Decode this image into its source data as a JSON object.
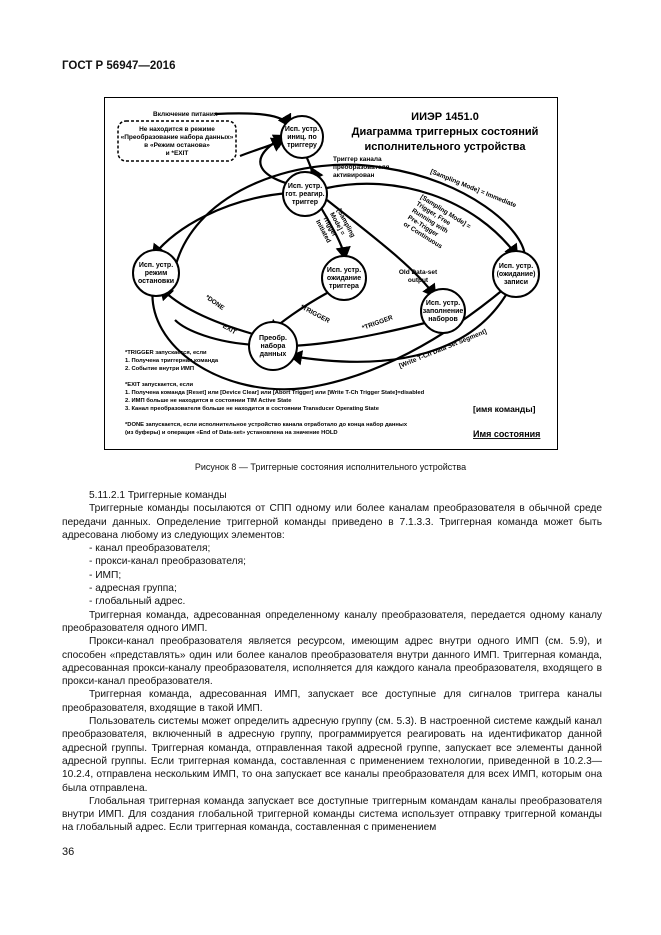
{
  "header": {
    "standard": "ГОСТ Р 56947—2016"
  },
  "figure": {
    "title_lines": [
      "ИИЭР 1451.0",
      "Диаграмма триггерных состояний",
      "исполнительного устройства"
    ],
    "states": {
      "init": [
        "Исп. устр.",
        "иниц. по",
        "триггеру"
      ],
      "ready": [
        "Исп. устр.",
        "гот. реагир.",
        "триггер"
      ],
      "waiting": [
        "Исп. устр.",
        "ожидание",
        "триггера"
      ],
      "rest": [
        "Исп. устр.",
        "режим",
        "остановки"
      ],
      "storage": [
        "Исп. устр.",
        "(ожидание)",
        "записи"
      ],
      "buffer": [
        "Исп. устр.",
        "заполнение",
        "наборов"
      ],
      "transform": [
        "Преобр.",
        "набора",
        "данных"
      ]
    },
    "labels": {
      "power_on": "Включение питания",
      "not_in_mode": [
        "Не находится в режиме",
        "«Преобразование набора данных»",
        "в «Режим останова»",
        "и *EXIT"
      ],
      "trigger_channel": [
        "Триггер канала",
        "преобразователя",
        "активирован"
      ],
      "sampling_immediate": "[Sampling Mode] = Immediate",
      "sampling_trigger": [
        "[Sampling Mode] =",
        "Trigger, Free",
        "Running with",
        "Pre-Trigger",
        "or Continuous"
      ],
      "sampling_mode_small": [
        "[Sampling",
        "Mode] =",
        "Trigger",
        "Initiated"
      ],
      "old_dataset": [
        "Old Data-set",
        "output"
      ],
      "done": "*DONE",
      "exit": "*EXIT",
      "trigger1": "*TRIGGER",
      "trigger2": "*TRIGGER",
      "write_tch": "[Write T-Ch Data Set Segment]"
    },
    "notes": {
      "trigger": [
        "*TRIGGER запускается, если",
        "1. Получена триггерная команда",
        "2. Событие внутри ИМП"
      ],
      "exit": [
        "*EXIT запускается, если",
        "1. Получена команда [Reset] или [Device Clear] или [Abort Trigger] или [Write T-Ch Trigger State]=disabled",
        "2. ИМП больше не находится в состоянии  TIM Active State",
        "3. Канал преобразователя больше не находится в состоянии Transducer Operating State"
      ],
      "done": [
        "*DONE запускается, если исполнительное устройство канала отработало до конца набор данных",
        "(из буферы) и операция «End of Data-set» установлена на значение HOLD"
      ],
      "cmd_name": "[имя команды]",
      "state_name": "Имя состояния"
    }
  },
  "caption": "Рисунок 8 — Триггерные состояния исполнительного устройства",
  "section_title": "5.11.2.1 Триггерные команды",
  "paragraphs": [
    "Триггерные команды посылаются от СПП одному или более каналам преобразователя в обычной среде передачи данных. Определение триггерной команды приведено в 7.1.3.3. Триггерная команда может быть адресована любому из следующих элементов:"
  ],
  "list": [
    "- канал преобразователя;",
    "- прокси-канал преобразователя;",
    "- ИМП;",
    "- адресная группа;",
    "- глобальный адрес."
  ],
  "paragraphs2": [
    "Триггерная команда, адресованная определенному каналу преобразователя, передается одному каналу преобразователя одного ИМП.",
    "Прокси-канал преобразователя является ресурсом, имеющим адрес внутри одного ИМП (см. 5.9), и способен «представлять» один или более каналов преобразователя внутри данного ИМП. Триггерная команда, адресованная прокси-каналу преобразователя, исполняется для каждого канала преобразователя, входящего в прокси-канал преобразователя.",
    "Триггерная команда, адресованная ИМП, запускает все доступные для сигналов триггера каналы преобразователя, входящие в такой ИМП.",
    "Пользователь системы может определить адресную группу (см. 5.3). В настроенной системе каждый канал преобразователя, включенный в адресную группу, программируется реагировать на идентификатор данной адресной группы. Триггерная команда, отправленная такой адресной группе, запускает все элементы данной адресной группы. Если триггерная команда, составленная с применением технологии, приведенной в 10.2.3—10.2.4, отправлена нескольким ИМП, то она запускает все каналы преобразователя для всех ИМП, которым она была отправлена.",
    "Глобальная триггерная команда запускает все доступные триггерным командам каналы преобразователя внутри ИМП. Для создания глобальной триггерной команды система использует отправку триггерной команды на глобальный адрес. Если триггерная команда, составленная с применением"
  ],
  "page_number": "36"
}
